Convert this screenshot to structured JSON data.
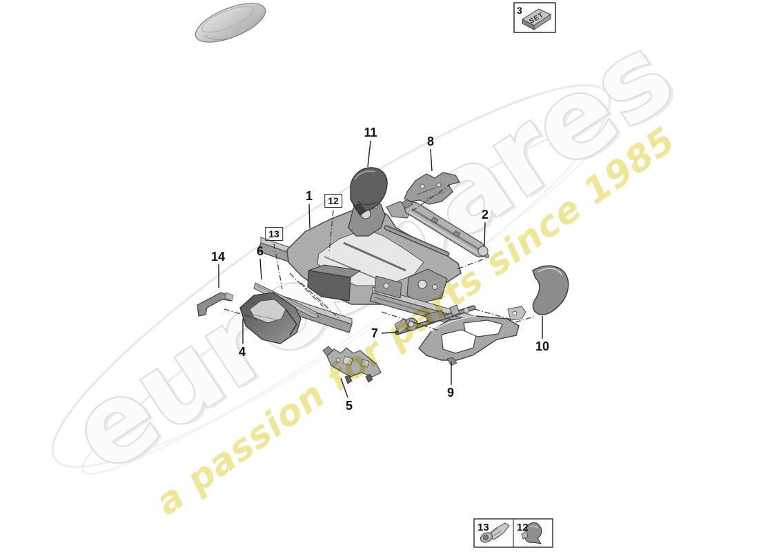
{
  "watermark": {
    "brand": "eurospares",
    "tagline": "a passion for parts since 1985",
    "brand_fill": "#fcfcfc",
    "brand_outline": "#dcdcdc",
    "tagline_color": "#efe69a"
  },
  "set_box": {
    "label": "3",
    "package_text": "SET"
  },
  "legend": {
    "fastener_label": "13",
    "clip_label": "12"
  },
  "callouts": {
    "c1": {
      "label": "1"
    },
    "c2": {
      "label": "2"
    },
    "c4": {
      "label": "4"
    },
    "c5": {
      "label": "5"
    },
    "c6": {
      "label": "6"
    },
    "c7": {
      "label": "7"
    },
    "c8": {
      "label": "8"
    },
    "c9": {
      "label": "9"
    },
    "c10": {
      "label": "10"
    },
    "c11": {
      "label": "11"
    },
    "c14": {
      "label": "14"
    },
    "c12_boxed": {
      "label": "12"
    },
    "c13_boxed": {
      "label": "13"
    }
  }
}
